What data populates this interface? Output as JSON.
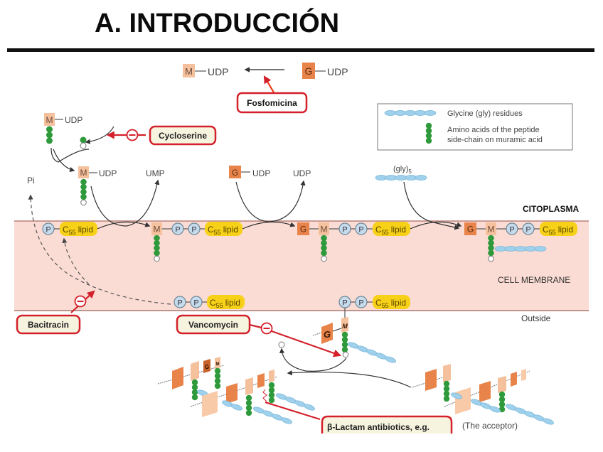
{
  "title": "A. INTRODUCCIÓN",
  "colors": {
    "membrane": "#fbdcd4",
    "membrane_line": "#b7827a",
    "muramic": "#f5c09c",
    "glucosamine": "#e8844a",
    "lipid": "#f7d117",
    "phosphate": "#c6dcec",
    "amino_acid": "#2f9a3b",
    "glycine": "#9fd0ec",
    "inhibitor": "#d3202a",
    "drug_box_fill": "#f6f3df"
  },
  "top_reaction": {
    "m_label": "M",
    "g_label": "G",
    "udp": "UDP",
    "drug": "Fosfomicina"
  },
  "legend": {
    "items": [
      {
        "icon": "glycine-chain-icon",
        "label": "Glycine (gly) residues"
      },
      {
        "icon": "amino-acid-chain-icon",
        "label": "Amino acids of the peptide side-chain on muramic acid"
      }
    ],
    "line1": "Glycine (gly) residues",
    "line2a": "Amino acids of the peptide",
    "line2b": "side-chain on muramic acid"
  },
  "labels": {
    "m": "M",
    "g": "G",
    "p": "P",
    "udp": "UDP",
    "ump": "UMP",
    "pi": "Pi",
    "c": "C",
    "c_sub": "55",
    "lipid": "lipid",
    "gly": "(gly)",
    "gly_sub": "5",
    "citoplasma": "CITOPLASMA",
    "cell_membrane": "CELL MEMBRANE",
    "outside": "Outside",
    "acceptor": "(The acceptor)"
  },
  "drugs": {
    "cycloserine": "Cycloserine",
    "bacitracin": "Bacitracin",
    "vancomycin": "Vancomycin",
    "beta_lactam": "β-Lactam antibiotics, e.g."
  }
}
